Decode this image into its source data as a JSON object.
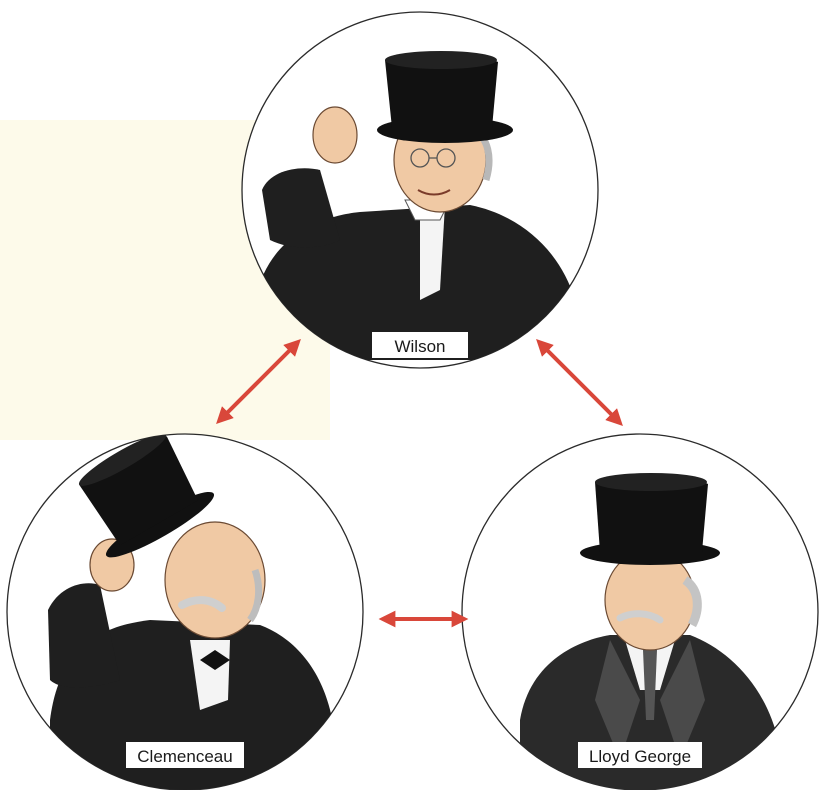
{
  "diagram": {
    "people": [
      {
        "id": "wilson",
        "name": "Wilson"
      },
      {
        "id": "clemenceau",
        "name": "Clemenceau"
      },
      {
        "id": "lloyd_george",
        "name": "Lloyd George"
      }
    ],
    "relations": [
      {
        "from": "wilson",
        "to": "clemenceau",
        "type": "two-way"
      },
      {
        "from": "wilson",
        "to": "lloyd_george",
        "type": "two-way"
      },
      {
        "from": "clemenceau",
        "to": "lloyd_george",
        "type": "two-way"
      }
    ],
    "colors": {
      "arrow": "#d9473a",
      "circle_stroke": "#2b2b2b",
      "suit": "#1f1f1f",
      "skin": "#f0c9a4",
      "hat": "#111111",
      "background_tint": "#fbf7dc"
    }
  }
}
